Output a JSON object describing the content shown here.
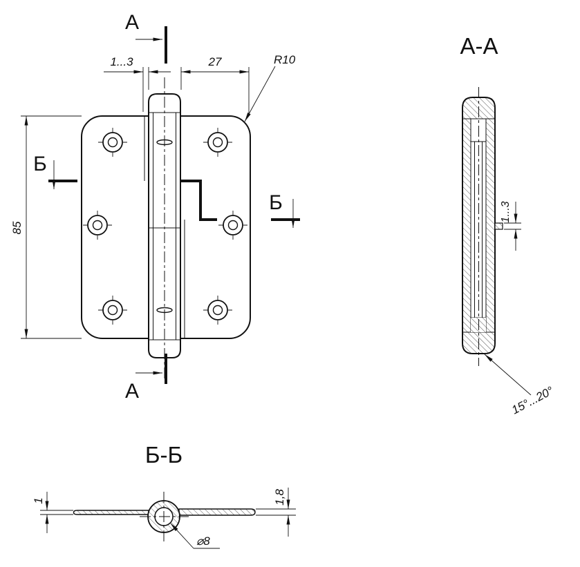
{
  "front_view": {
    "cut_a_label": "А",
    "cut_b_label": "Б",
    "dim_height": "85",
    "dim_pin_gap": "1...3",
    "dim_leaf_width": "27",
    "dim_corner_radius": "R10"
  },
  "section_aa": {
    "title": "А-А",
    "dim_plate_thickness": "1...3",
    "dim_taper_angle": "15°...20°"
  },
  "section_bb": {
    "title": "Б-Б",
    "dim_left_plate_thickness": "1",
    "dim_right_plate_thickness": "1,8",
    "dim_pin_hole_diameter": "⌀8"
  },
  "colors": {
    "line": "#111111",
    "background": "#ffffff"
  }
}
